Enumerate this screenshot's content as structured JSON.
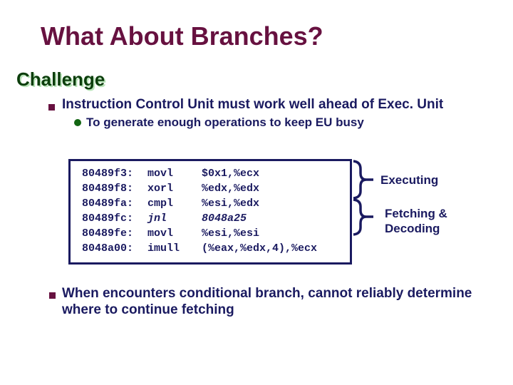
{
  "colors": {
    "background": "#ffffff",
    "maroon": "#671140",
    "navy": "#1a1a60",
    "green_heading": "#0c3e0c",
    "green_heading_shadow": "#b9e4b9",
    "green_dot": "#136613"
  },
  "title": "What About Branches?",
  "section": {
    "heading": "Challenge",
    "bullet1": {
      "text": "Instruction Control Unit must work well ahead of Exec. Unit",
      "sub_bullet": "To generate enough operations to keep EU busy"
    },
    "bullet2": {
      "line1": "When encounters conditional branch, cannot reliably determine",
      "line2": "where to continue fetching"
    }
  },
  "code_block": {
    "lines": [
      {
        "addr": "80489f3:",
        "op": "movl",
        "args": "$0x1,%ecx",
        "italic": false
      },
      {
        "addr": "80489f8:",
        "op": "xorl",
        "args": "%edx,%edx",
        "italic": false
      },
      {
        "addr": "80489fa:",
        "op": "cmpl",
        "args": "%esi,%edx",
        "italic": false
      },
      {
        "addr": "80489fc:",
        "op": "jnl",
        "args": "8048a25",
        "italic": true
      },
      {
        "addr": "80489fe:",
        "op": "movl",
        "args": "%esi,%esi",
        "italic": false
      },
      {
        "addr": "8048a00:",
        "op": "imull",
        "args": "(%eax,%edx,4),%ecx",
        "italic": false
      }
    ]
  },
  "annotations": {
    "executing_label": "Executing",
    "fetching_label_line1": "Fetching &",
    "fetching_label_line2": "Decoding"
  }
}
